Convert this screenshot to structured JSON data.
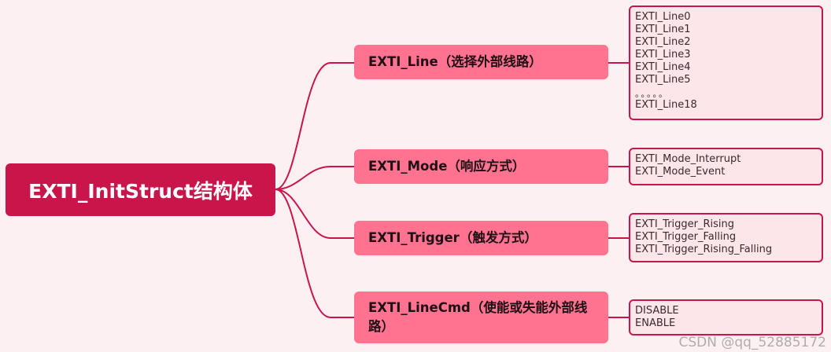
{
  "root": {
    "label": "EXTI_InitStruct结构体"
  },
  "branches": [
    {
      "label": "EXTI_Line（选择外部线路）",
      "items": [
        "EXTI_Line0",
        "EXTI_Line1",
        "EXTI_Line2",
        "EXTI_Line3",
        "EXTI_Line4",
        "EXTI_Line5"
      ],
      "ellipsis": "。。。。。",
      "last_item": "EXTI_Line18"
    },
    {
      "label": "EXTI_Mode（响应方式）",
      "items": [
        "EXTI_Mode_Interrupt",
        "EXTI_Mode_Event"
      ]
    },
    {
      "label": "EXTI_Trigger（触发方式）",
      "items": [
        "EXTI_Trigger_Rising",
        "EXTI_Trigger_Falling",
        "EXTI_Trigger_Rising_Falling"
      ]
    },
    {
      "label": "EXTI_LineCmd（使能或失能外部线路）",
      "items": [
        "DISABLE",
        "ENABLE"
      ]
    }
  ],
  "watermark": "CSDN @qq_52885172",
  "colors": {
    "root": "#c8154a",
    "branch": "#ff7390",
    "leaf_border": "#c8154a",
    "background": "#fdf0f2"
  }
}
